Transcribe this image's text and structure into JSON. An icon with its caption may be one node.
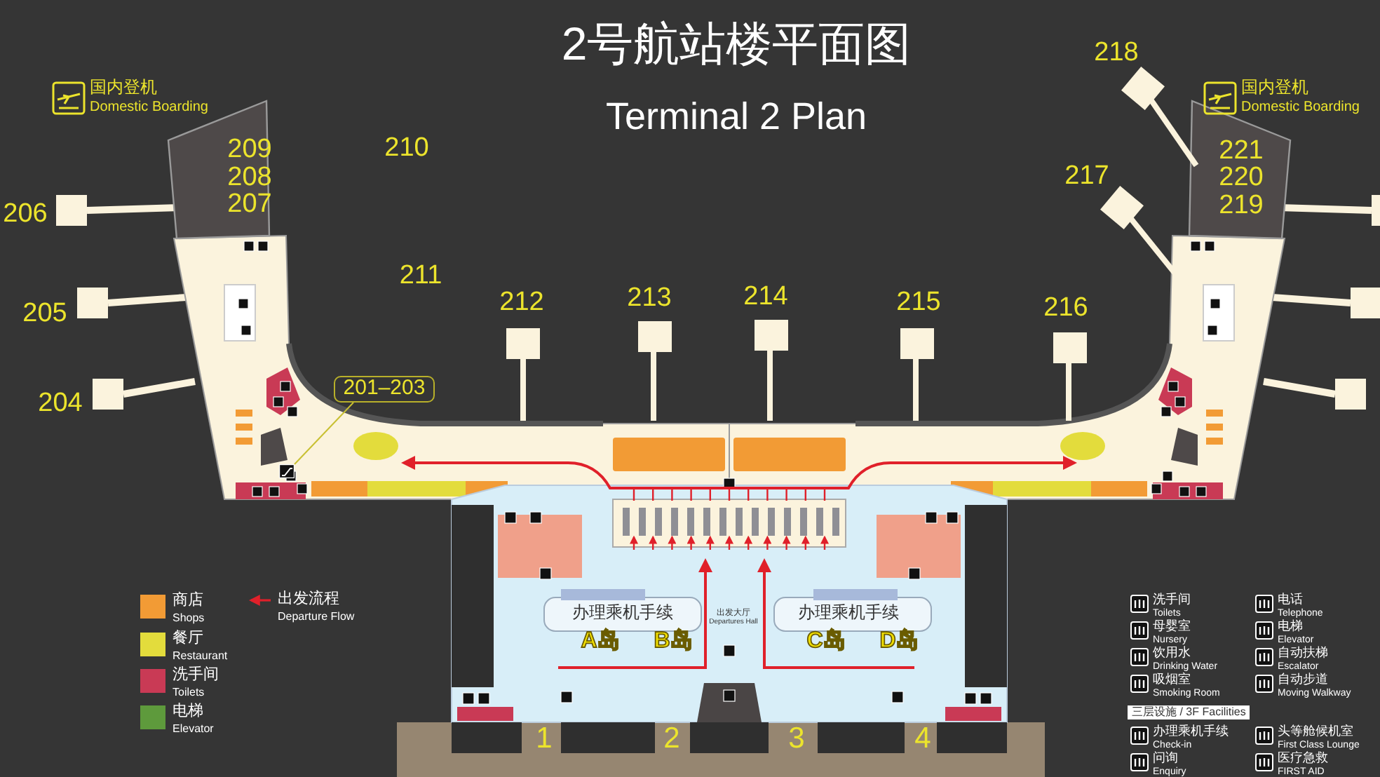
{
  "diagram": {
    "title": "2号航站楼平面图",
    "nodes": [
      {
        "text": [
          "201–203"
        ]
      },
      {
        "text": [],
        "shape": "picture"
      }
    ],
    "edges": [
      {
        "from": 0,
        "to": 1,
        "arrow": "none"
      }
    ],
    "labels": [
      "国内登机 Domestic Boarding",
      "Terminal 2 Plan",
      "218",
      "国内登机 Domestic Boarding",
      "209",
      "208",
      "207",
      "210",
      "221",
      "220",
      "219",
      "217",
      "206",
      "211",
      "205",
      "212",
      "213",
      "214",
      "215",
      "216",
      "204",
      "办理乘机手续",
      "出发大厅 Departures Hall",
      "办理乘机手续",
      "A岛",
      "B岛",
      "C岛",
      "D岛",
      "1",
      "2",
      "3",
      "4",
      "三层设施 / 3F Facilities"
    ],
    "legend": [
      {
        "text": "商店 Shops",
        "color": "#f29b35"
      },
      {
        "text": "餐厅 Restaurant",
        "color": "#e3dc3c"
      },
      {
        "text": "洗手间 Toilets",
        "color": "#c93a55"
      },
      {
        "text": "电梯 Elevator",
        "color": "#5e9a3c"
      },
      {
        "text": "出发流程 Departure Flow"
      },
      {
        "text": "洗手间 Toilets"
      },
      {
        "text": "母婴室 Nursery"
      },
      {
        "text": "饮用水 Drinking Water"
      },
      {
        "text": "吸烟室 Smoking Room"
      },
      {
        "text": "电话 Telephone"
      },
      {
        "text": "电梯 Elevator"
      },
      {
        "text": "自动扶梯 Escalator"
      },
      {
        "text": "自动步道 Moving Walkway"
      },
      {
        "text": "办理乘机手续 Check-in"
      },
      {
        "text": "问询 Enquiry"
      },
      {
        "text": "头等舱候机室 First Class Lounge"
      },
      {
        "text": "医疗急救 FIRST AID"
      }
    ]
  }
}
